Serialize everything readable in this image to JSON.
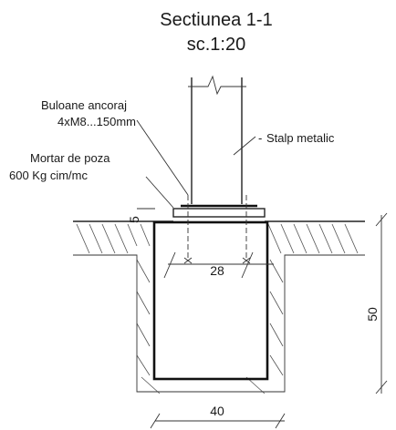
{
  "title": {
    "line1": "Sectiunea 1-1",
    "line2": "sc.1:20"
  },
  "labels": {
    "bolts_line1": "Buloane ancoraj",
    "bolts_line2": "4xM8...150mm",
    "mortar_line1": "Mortar de poza",
    "mortar_line2": "600 Kg cim/mc",
    "column": "Stalp metalic"
  },
  "dimensions": {
    "mortar_thickness": "5",
    "bolt_spacing": "28",
    "foundation_height": "50",
    "foundation_width": "40"
  }
}
